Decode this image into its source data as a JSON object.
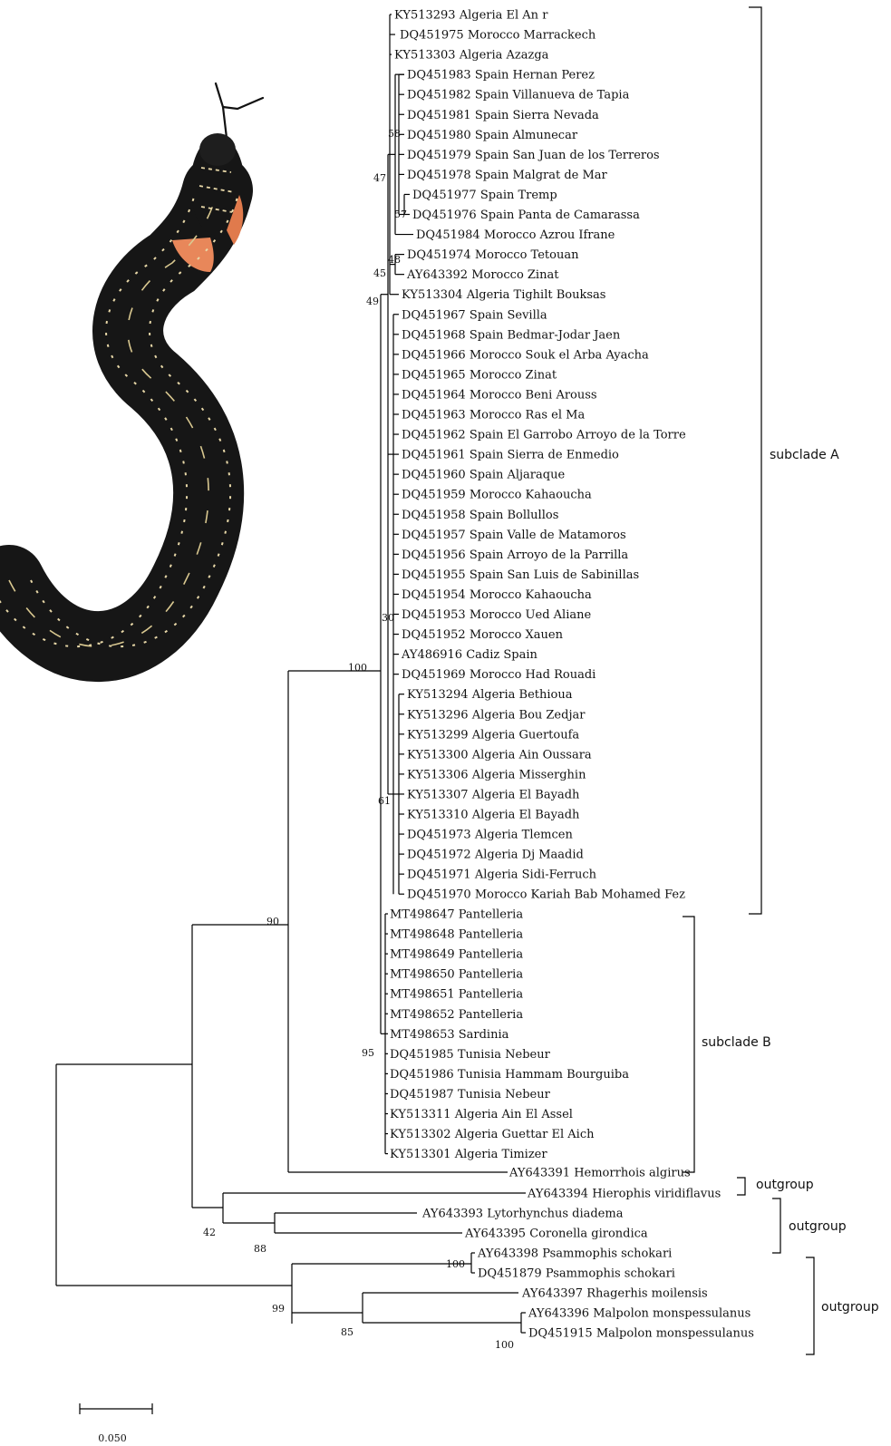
{
  "subclade_a_taxa": [
    "KY513293 Algeria El An r",
    "DQ451975 Morocco Marrackech",
    "KY513303 Algeria Azazga",
    "DQ451983 Spain Hernan Perez",
    "DQ451982 Spain Villanueva de Tapia",
    "DQ451981 Spain Sierra Nevada",
    "DQ451980 Spain Almunecar",
    "DQ451979 Spain San Juan de los Terreros",
    "DQ451978 Spain Malgrat de Mar",
    "DQ451977 Spain Tremp",
    "DQ451976 Spain Panta de Camarassa",
    "DQ451984 Morocco Azrou Ifrane",
    "DQ451974 Morocco Tetouan",
    "AY643392 Morocco Zinat",
    "KY513304 Algeria Tighilt Bouksas",
    "DQ451967 Spain Sevilla",
    "DQ451968 Spain Bedmar-Jodar Jaen",
    "DQ451966 Morocco Souk el Arba Ayacha",
    "DQ451965 Morocco Zinat",
    "DQ451964 Morocco Beni Arouss",
    "DQ451963 Morocco Ras el Ma",
    "DQ451962 Spain El Garrobo Arroyo de la Torre",
    "DQ451961 Spain Sierra de Enmedio",
    "DQ451960 Spain Aljaraque",
    "DQ451959 Morocco Kahaoucha",
    "DQ451958 Spain Bollullos",
    "DQ451957 Spain Valle de Matamoros",
    "DQ451956 Spain Arroyo de la Parrilla",
    "DQ451955 Spain San Luis de Sabinillas",
    "DQ451954 Morocco Kahaoucha",
    "DQ451953 Morocco Ued Aliane",
    "DQ451952 Morocco Xauen",
    "AY486916 Cadiz Spain",
    "DQ451969 Morocco Had Rouadi",
    "KY513294 Algeria Bethioua",
    "KY513296 Algeria Bou Zedjar",
    "KY513299 Algeria Guertoufa",
    "KY513300 Algeria Ain Oussara",
    "KY513306 Algeria Misserghin",
    "KY513307 Algeria El Bayadh",
    "KY513310 Algeria El Bayadh",
    "DQ451973 Algeria Tlemcen",
    "DQ451972 Algeria Dj Maadid",
    "DQ451971 Algeria Sidi-Ferruch",
    "DQ451970 Morocco Kariah Bab Mohamed Fez"
  ],
  "subclade_b_taxa": [
    "MT498647 Pantelleria",
    "MT498648 Pantelleria",
    "MT498649 Pantelleria",
    "MT498650 Pantelleria",
    "MT498651 Pantelleria",
    "MT498652 Pantelleria",
    "MT498653 Sardinia",
    "DQ451985 Tunisia Nebeur",
    "DQ451986 Tunisia Hammam Bourguiba",
    "DQ451987 Tunisia Nebeur",
    "KY513311 Algeria Ain El Assel",
    "KY513302 Algeria Guettar El Aich",
    "KY513301 Algeria Timizer"
  ],
  "outgroup_taxa": {
    "hemorrhois": "AY643391 Hemorrhois algirus",
    "hierophis": "AY643394 Hierophis viridiflavus",
    "lytorhynchus": "AY643393 Lytorhynchus diadema",
    "coronella": "AY643395 Coronella girondica",
    "psammophis_1": "AY643398 Psammophis schokari",
    "psammophis_2": "DQ451879 Psammophis schokari",
    "rhagerhis": "AY643397 Rhagerhis moilensis",
    "malpolon_1": "AY643396 Malpolon monspessulanus",
    "malpolon_2": "DQ451915 Malpolon monspessulanus"
  },
  "bootstrap": {
    "n58": "58",
    "n47": "47",
    "n57": "57",
    "n48": "48",
    "n45": "45",
    "n49": "49",
    "n30": "30",
    "n100_main": "100",
    "n61": "61",
    "n90": "90",
    "n95": "95",
    "n42": "42",
    "n88": "88",
    "n100_psammophis": "100",
    "n99": "99",
    "n85": "85",
    "n100_malpolon": "100"
  },
  "group_labels": {
    "subclade_a": "subclade A",
    "subclade_b": "subclade B",
    "outgroup_1": "outgroup",
    "outgroup_2": "outgroup",
    "outgroup_3": "outgroup"
  },
  "scale_bar": {
    "label": "0.050"
  },
  "colors": {
    "line": "#000000",
    "snake_body": "#1a1a1a",
    "snake_pattern": "#e8d8a8",
    "snake_throat": "#e8875a"
  }
}
